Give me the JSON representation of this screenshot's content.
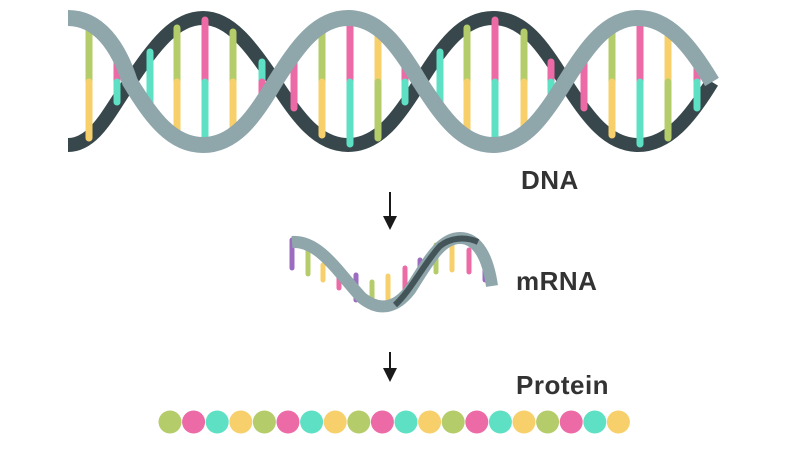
{
  "labels": {
    "dna": "DNA",
    "mrna": "mRNA",
    "protein": "Protein"
  },
  "colors": {
    "strand_light": "#8fa6ab",
    "strand_dark": "#37474b",
    "green": "#b5cc6a",
    "pink": "#ec6aa6",
    "teal": "#5ee0c4",
    "yellow": "#f7d06b",
    "purple": "#9b6cc0",
    "text": "#333333",
    "arrow": "#1a1a1a"
  },
  "protein_beads": [
    "green",
    "pink",
    "teal",
    "yellow",
    "green",
    "pink",
    "teal",
    "yellow",
    "green",
    "pink",
    "teal",
    "yellow",
    "green",
    "pink",
    "teal",
    "yellow",
    "green",
    "pink",
    "teal",
    "yellow"
  ]
}
